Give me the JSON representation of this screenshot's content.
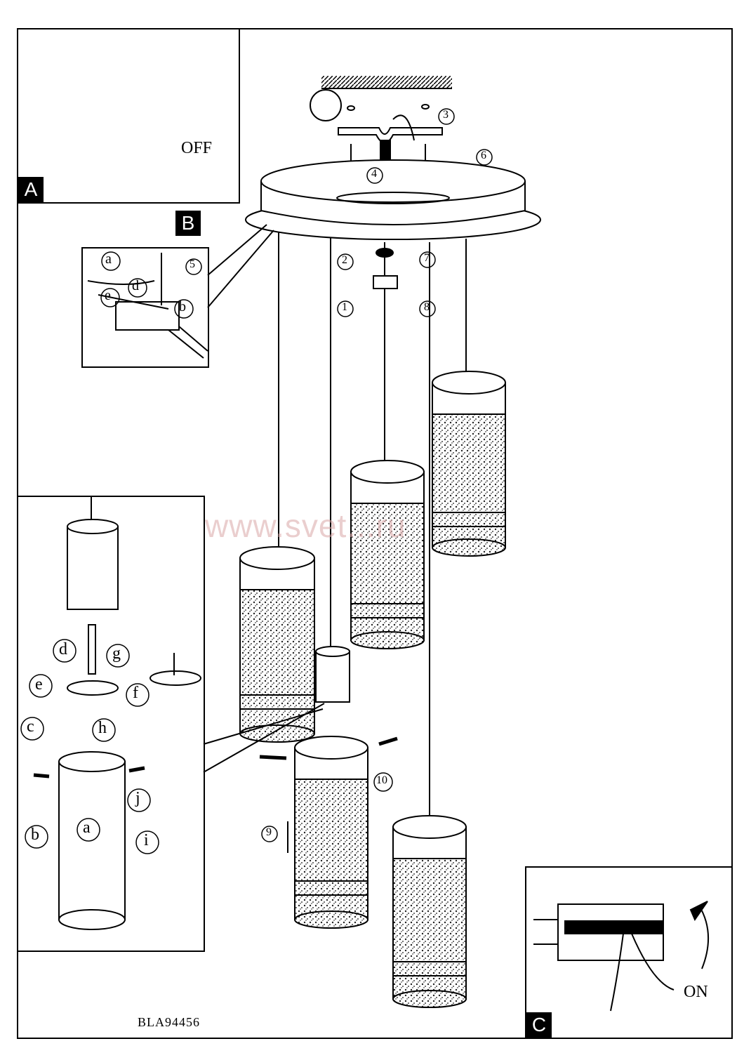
{
  "panels": {
    "a": {
      "tag": "A",
      "action_label": "OFF"
    },
    "b": {
      "tag": "B"
    },
    "c": {
      "tag": "C",
      "action_label": "ON"
    }
  },
  "callouts": {
    "letters": [
      "a",
      "b",
      "c",
      "d",
      "e",
      "f",
      "g",
      "h",
      "i",
      "j"
    ],
    "numbers": [
      "1",
      "2",
      "3",
      "4",
      "5",
      "6",
      "7",
      "8",
      "9",
      "10"
    ]
  },
  "model_code": "BLA94456",
  "watermark": "www.svet...ru",
  "colors": {
    "line": "#000000",
    "watermark": "#d9a7a7"
  }
}
